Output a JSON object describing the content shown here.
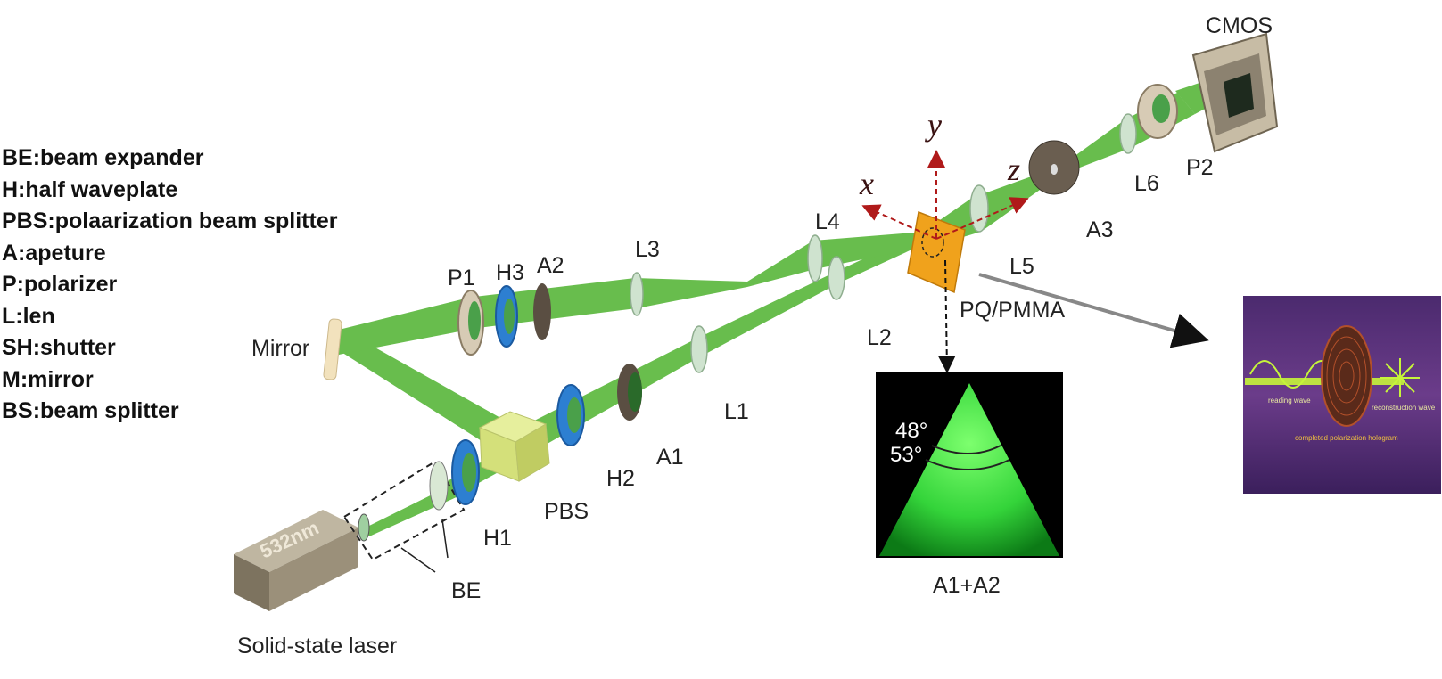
{
  "legend": [
    "BE:beam expander",
    "H:half waveplate",
    "PBS:polaarization beam splitter",
    "A:apeture",
    "P:polarizer",
    "L:len",
    "SH:shutter",
    "M:mirror",
    "BS:beam splitter"
  ],
  "labels": {
    "cmos": "CMOS",
    "p2": "P2",
    "l6": "L6",
    "a3": "A3",
    "l5": "L5",
    "sample": "PQ/PMMA",
    "l4": "L4",
    "l2": "L2",
    "l3": "L3",
    "a2": "A2",
    "h3": "H3",
    "p1": "P1",
    "mirror": "Mirror",
    "l1": "L1",
    "a1": "A1",
    "h2": "H2",
    "pbs": "PBS",
    "h1": "H1",
    "be": "BE",
    "laser": "Solid-state laser",
    "laser_wavelength": "532nm",
    "axis_x": "x",
    "axis_y": "y",
    "axis_z": "z"
  },
  "inset_pattern": {
    "caption": "A1+A2",
    "angle_1": "48°",
    "angle_2": "53°"
  },
  "inset_hologram": {
    "reading": "reading wave",
    "reconstruction": "reconstruction wave",
    "hologram": "completed polarization hologram"
  },
  "colors": {
    "beam": "#5cb83e",
    "waveplate": "#2d7fd1",
    "sample": "#f0a21c",
    "axis": "#b01a1a",
    "laser_green": "#3dff3d"
  }
}
